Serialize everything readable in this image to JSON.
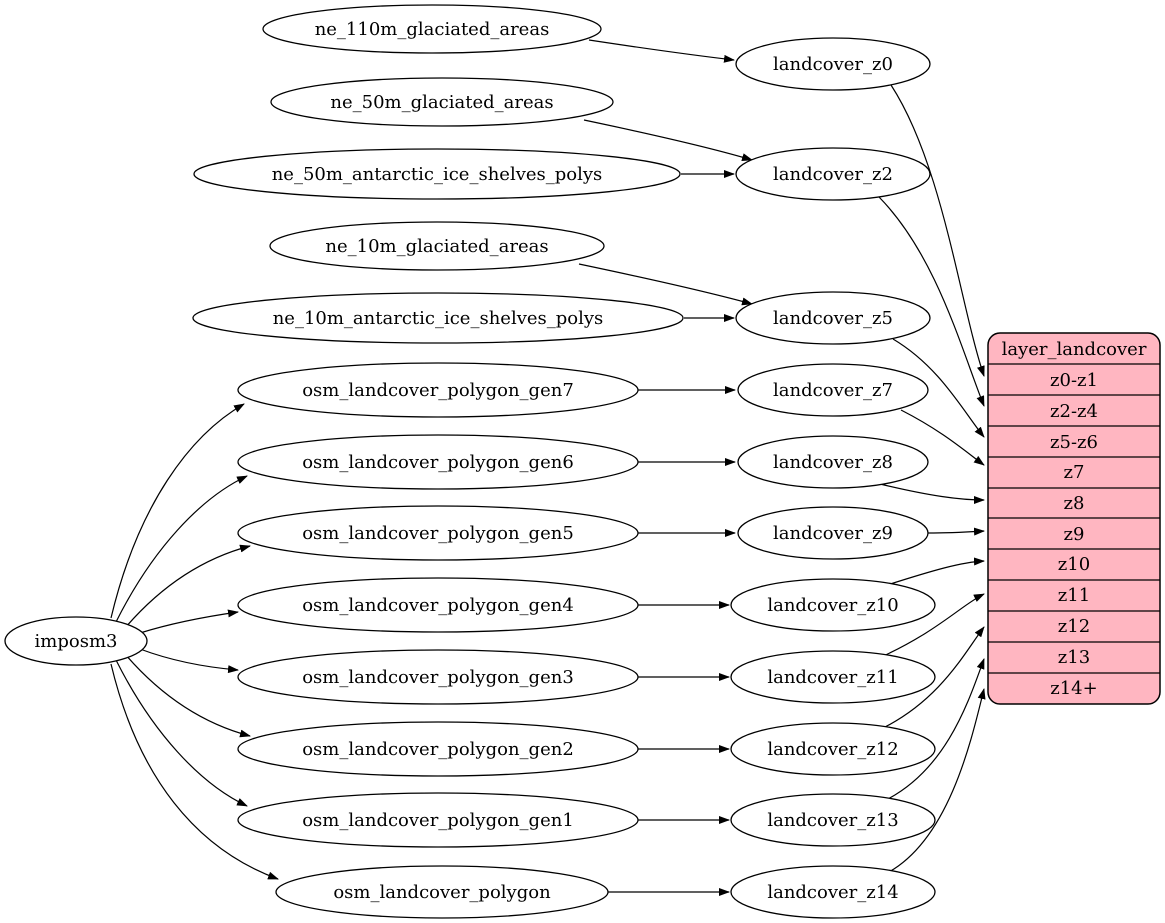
{
  "colors": {
    "background": "#ffffff",
    "node_fill": "#ffffff",
    "stroke": "#000000",
    "record_fill": "#ffb6c1",
    "text": "#000000"
  },
  "nodes": {
    "imposm3": "imposm3",
    "ne_110m_glaciated_areas": "ne_110m_glaciated_areas",
    "ne_50m_glaciated_areas": "ne_50m_glaciated_areas",
    "ne_50m_antarctic_ice_shelves_polys": "ne_50m_antarctic_ice_shelves_polys",
    "ne_10m_glaciated_areas": "ne_10m_glaciated_areas",
    "ne_10m_antarctic_ice_shelves_polys": "ne_10m_antarctic_ice_shelves_polys",
    "osm_landcover_polygon_gen7": "osm_landcover_polygon_gen7",
    "osm_landcover_polygon_gen6": "osm_landcover_polygon_gen6",
    "osm_landcover_polygon_gen5": "osm_landcover_polygon_gen5",
    "osm_landcover_polygon_gen4": "osm_landcover_polygon_gen4",
    "osm_landcover_polygon_gen3": "osm_landcover_polygon_gen3",
    "osm_landcover_polygon_gen2": "osm_landcover_polygon_gen2",
    "osm_landcover_polygon_gen1": "osm_landcover_polygon_gen1",
    "osm_landcover_polygon": "osm_landcover_polygon",
    "landcover_z0": "landcover_z0",
    "landcover_z2": "landcover_z2",
    "landcover_z5": "landcover_z5",
    "landcover_z7": "landcover_z7",
    "landcover_z8": "landcover_z8",
    "landcover_z9": "landcover_z9",
    "landcover_z10": "landcover_z10",
    "landcover_z11": "landcover_z11",
    "landcover_z12": "landcover_z12",
    "landcover_z13": "landcover_z13",
    "landcover_z14": "landcover_z14"
  },
  "record": {
    "title": "layer_landcover",
    "rows": [
      "z0-z1",
      "z2-z4",
      "z5-z6",
      "z7",
      "z8",
      "z9",
      "z10",
      "z11",
      "z12",
      "z13",
      "z14+"
    ]
  },
  "edges": [
    {
      "from": "imposm3",
      "to": "osm_landcover_polygon_gen7"
    },
    {
      "from": "imposm3",
      "to": "osm_landcover_polygon_gen6"
    },
    {
      "from": "imposm3",
      "to": "osm_landcover_polygon_gen5"
    },
    {
      "from": "imposm3",
      "to": "osm_landcover_polygon_gen4"
    },
    {
      "from": "imposm3",
      "to": "osm_landcover_polygon_gen3"
    },
    {
      "from": "imposm3",
      "to": "osm_landcover_polygon_gen2"
    },
    {
      "from": "imposm3",
      "to": "osm_landcover_polygon_gen1"
    },
    {
      "from": "imposm3",
      "to": "osm_landcover_polygon"
    },
    {
      "from": "ne_110m_glaciated_areas",
      "to": "landcover_z0"
    },
    {
      "from": "ne_50m_glaciated_areas",
      "to": "landcover_z2"
    },
    {
      "from": "ne_50m_antarctic_ice_shelves_polys",
      "to": "landcover_z2"
    },
    {
      "from": "ne_10m_glaciated_areas",
      "to": "landcover_z5"
    },
    {
      "from": "ne_10m_antarctic_ice_shelves_polys",
      "to": "landcover_z5"
    },
    {
      "from": "osm_landcover_polygon_gen7",
      "to": "landcover_z7"
    },
    {
      "from": "osm_landcover_polygon_gen6",
      "to": "landcover_z8"
    },
    {
      "from": "osm_landcover_polygon_gen5",
      "to": "landcover_z9"
    },
    {
      "from": "osm_landcover_polygon_gen4",
      "to": "landcover_z10"
    },
    {
      "from": "osm_landcover_polygon_gen3",
      "to": "landcover_z11"
    },
    {
      "from": "osm_landcover_polygon_gen2",
      "to": "landcover_z12"
    },
    {
      "from": "osm_landcover_polygon_gen1",
      "to": "landcover_z13"
    },
    {
      "from": "osm_landcover_polygon",
      "to": "landcover_z14"
    },
    {
      "from": "landcover_z0",
      "to": "layer_landcover",
      "port": "z0-z1"
    },
    {
      "from": "landcover_z2",
      "to": "layer_landcover",
      "port": "z2-z4"
    },
    {
      "from": "landcover_z5",
      "to": "layer_landcover",
      "port": "z5-z6"
    },
    {
      "from": "landcover_z7",
      "to": "layer_landcover",
      "port": "z7"
    },
    {
      "from": "landcover_z8",
      "to": "layer_landcover",
      "port": "z8"
    },
    {
      "from": "landcover_z9",
      "to": "layer_landcover",
      "port": "z9"
    },
    {
      "from": "landcover_z10",
      "to": "layer_landcover",
      "port": "z10"
    },
    {
      "from": "landcover_z11",
      "to": "layer_landcover",
      "port": "z11"
    },
    {
      "from": "landcover_z12",
      "to": "layer_landcover",
      "port": "z12"
    },
    {
      "from": "landcover_z13",
      "to": "layer_landcover",
      "port": "z13"
    },
    {
      "from": "landcover_z14",
      "to": "layer_landcover",
      "port": "z14+"
    }
  ]
}
